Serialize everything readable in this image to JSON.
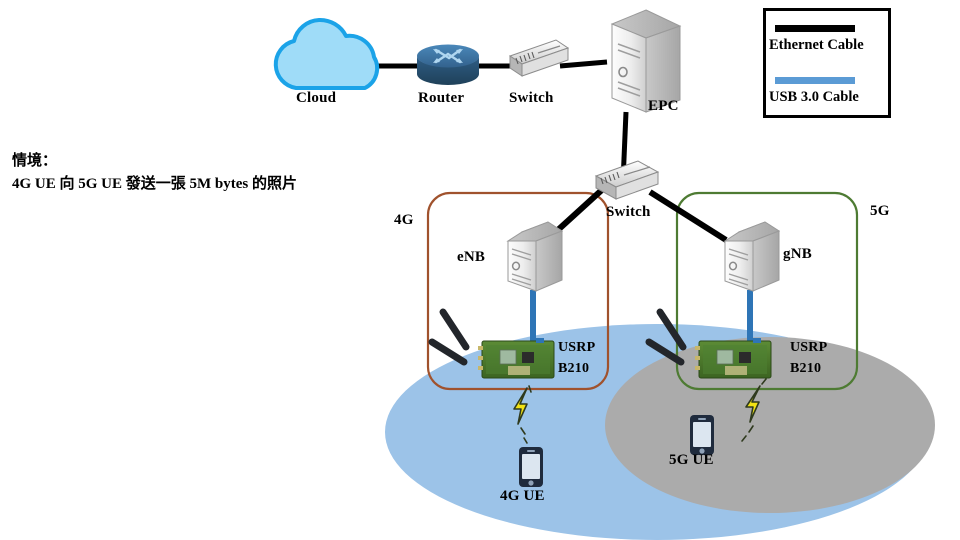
{
  "scenario": {
    "title": "情境：",
    "description": "4G UE 向 5G UE 發送一張 5M bytes 的照片"
  },
  "legend": {
    "ethernet_label": "Ethernet Cable",
    "usb_label": "USB 3.0  Cable",
    "ethernet_color": "#000000",
    "usb_color": "#5B9BD5"
  },
  "nodes": {
    "cloud": "Cloud",
    "router": "Router",
    "switch_top": "Switch",
    "epc": "EPC",
    "switch_mid": "Switch",
    "enb": "eNB",
    "gnb": "gNB",
    "usrp_4g_line1": "USRP",
    "usrp_4g_line2": "B210",
    "usrp_5g_line1": "USRP",
    "usrp_5g_line2": "B210",
    "ue_4g": "4G UE",
    "ue_5g": "5G UE"
  },
  "zones": {
    "zone_4g": "4G",
    "zone_5g": "5G",
    "zone_4g_color": "#A0522D",
    "zone_5g_color": "#4E7B33",
    "coverage_4g_color": "#9CC3E8",
    "coverage_5g_color": "#ABABAB"
  },
  "colors": {
    "cloud_fill": "#9FDCF8",
    "cloud_stroke": "#1BA3E8",
    "router_top": "#3E7CAE",
    "router_body": "#2E5A80",
    "server_light": "#FAFAFA",
    "server_mid": "#D8D8D8",
    "server_dark": "#B4B4B4",
    "usb_cable": "#2E75B6",
    "pcb_green": "#4A7A2E",
    "bolt_yellow": "#F2E214",
    "phone_body": "#1F2B3D"
  }
}
